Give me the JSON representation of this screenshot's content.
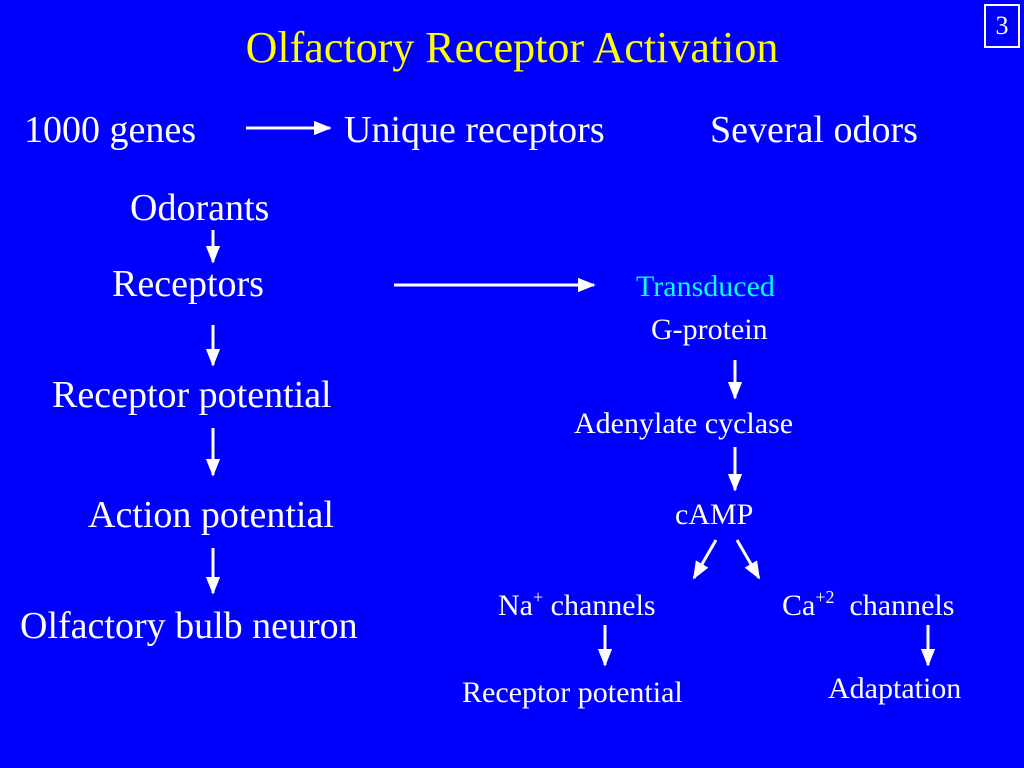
{
  "slide": {
    "title": "Olfactory Receptor Activation",
    "number": "3"
  },
  "top_row": {
    "genes": "1000 genes",
    "receptors": "Unique receptors",
    "odors": "Several odors"
  },
  "left_chain": {
    "odorants": "Odorants",
    "receptors": "Receptors",
    "receptor_potential": "Receptor potential",
    "action_potential": "Action potential",
    "bulb_neuron": "Olfactory bulb neuron"
  },
  "right_chain": {
    "transduced": "Transduced",
    "g_protein": "G-protein",
    "adenylate_cyclase": "Adenylate cyclase",
    "camp": "cAMP",
    "na_prefix": "Na",
    "na_sup": "+",
    "na_suffix": " channels",
    "ca_prefix": "Ca",
    "ca_sup": "+2",
    "ca_suffix": "  channels",
    "receptor_potential": "Receptor potential",
    "adaptation": "Adaptation"
  },
  "colors": {
    "background": "#0000ff",
    "title": "#ffff00",
    "text": "#ffffff",
    "highlight": "#00ffff"
  }
}
